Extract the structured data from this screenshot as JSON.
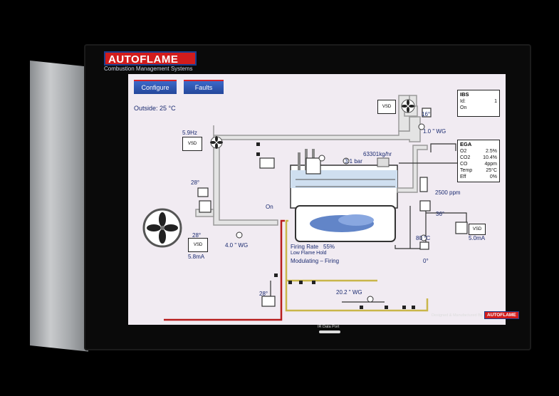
{
  "brand": {
    "name": "AUTOFLAME",
    "subtitle": "Combustion Management Systems"
  },
  "toolbar": {
    "configure_label": "Configure",
    "faults_label": "Faults"
  },
  "outside": {
    "label": "Outside: 25 °C"
  },
  "readings": {
    "vsd_top_freq": "5.9Hz",
    "pressure_top": "1.0 \" WG",
    "temp_top": "16°",
    "temp_left": "28°",
    "temp_fan": "28°",
    "pressure_left": "4.0 \" WG",
    "current_left": "5.8mA",
    "steam_flow": "63301kg/hr",
    "boiler_pressure": "3.1 bar",
    "on_label": "On",
    "ppm": "2500 ppm",
    "temp_right": "36°",
    "temp_80": "80 °C",
    "current_right": "5.0mA",
    "angle_right": "0°",
    "temp_gas": "28°",
    "gas_pressure": "20.2 \" WG"
  },
  "firing": {
    "rate_label": "Firing Rate",
    "rate_value": "55%",
    "hold": "Low Flame Hold",
    "mode": "Modulating – Firing"
  },
  "ibs": {
    "title": "IBS",
    "id_label": "Id:",
    "id_value": "1",
    "status": "On"
  },
  "ega": {
    "title": "EGA",
    "rows": [
      {
        "label": "O2",
        "value": "2.5%"
      },
      {
        "label": "CO2",
        "value": "10.4%"
      },
      {
        "label": "CO",
        "value": "4ppm"
      },
      {
        "label": "Temp",
        "value": "25°C"
      },
      {
        "label": "Eff",
        "value": "0%"
      }
    ]
  },
  "vsd_labels": {
    "a": "VSD",
    "b": "VSD",
    "c": "VSD",
    "d": "VSD"
  },
  "footer": {
    "data_port": "IR Data Port",
    "designed": "Designed & Manufactured By",
    "mini_brand": "AUTOFLAME"
  },
  "colors": {
    "screen_bg": "#f1ebf2",
    "duct": "#e4e4e4",
    "brand_red": "#d21c1c",
    "brand_blue": "#1b3e8f",
    "gas_line": "#c9b64a",
    "oil_line": "#b81d1d",
    "water": "#8aa9cf"
  }
}
